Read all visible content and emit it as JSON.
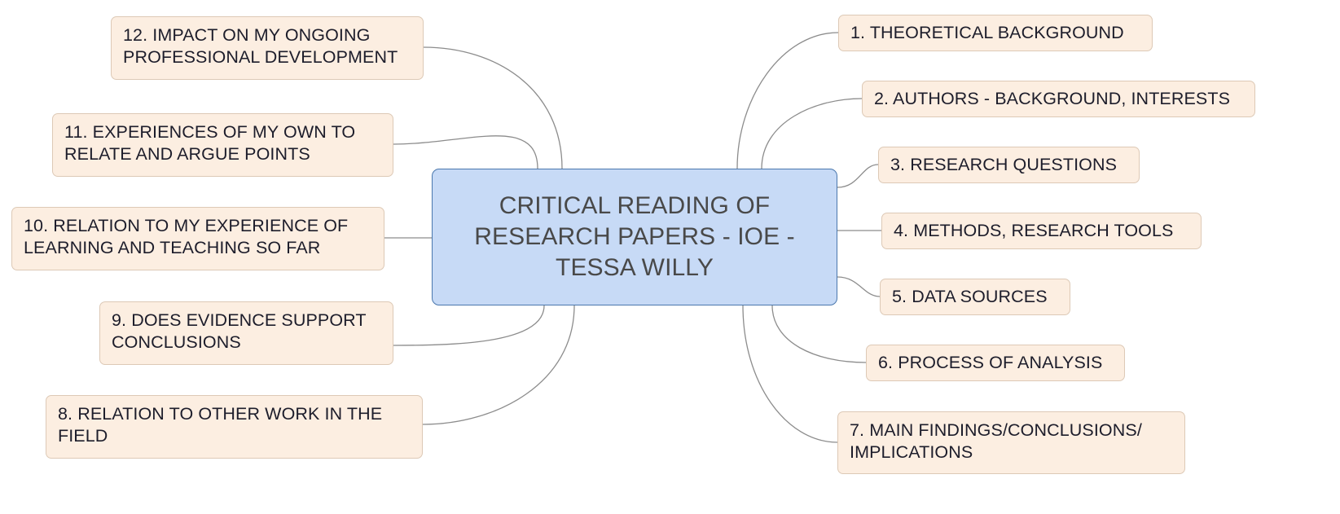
{
  "diagram": {
    "type": "mind-map",
    "background_color": "#ffffff",
    "central_node": {
      "label": "CRITICAL READING OF RESEARCH PAPERS - IOE - TESSA WILLY",
      "fill_color": "#c7daf6",
      "border_color": "#4a77ad",
      "text_color": "#494949"
    },
    "branch_style": {
      "fill_color": "#fceee1",
      "border_color": "#ddc9b6",
      "text_color": "#1d1d2b",
      "edge_color": "#8c8c8c"
    },
    "branches": [
      {
        "id": 1,
        "label": "1. THEORETICAL BACKGROUND",
        "side": "right"
      },
      {
        "id": 2,
        "label": "2. AUTHORS - BACKGROUND, INTERESTS",
        "side": "right"
      },
      {
        "id": 3,
        "label": "3. RESEARCH QUESTIONS",
        "side": "right"
      },
      {
        "id": 4,
        "label": "4. METHODS, RESEARCH TOOLS",
        "side": "right"
      },
      {
        "id": 5,
        "label": "5. DATA SOURCES",
        "side": "right"
      },
      {
        "id": 6,
        "label": "6. PROCESS OF ANALYSIS",
        "side": "right"
      },
      {
        "id": 7,
        "label": "7. MAIN FINDINGS/CONCLUSIONS/ IMPLICATIONS",
        "side": "right"
      },
      {
        "id": 8,
        "label": "8. RELATION TO OTHER WORK IN THE FIELD",
        "side": "left"
      },
      {
        "id": 9,
        "label": "9. DOES EVIDENCE SUPPORT CONCLUSIONS",
        "side": "left"
      },
      {
        "id": 10,
        "label": "10. RELATION TO MY EXPERIENCE OF LEARNING AND TEACHING SO FAR",
        "side": "left"
      },
      {
        "id": 11,
        "label": "11. EXPERIENCES OF MY OWN TO RELATE AND ARGUE POINTS",
        "side": "left"
      },
      {
        "id": 12,
        "label": "12. IMPACT ON MY ONGOING PROFESSIONAL DEVELOPMENT",
        "side": "left"
      }
    ]
  }
}
